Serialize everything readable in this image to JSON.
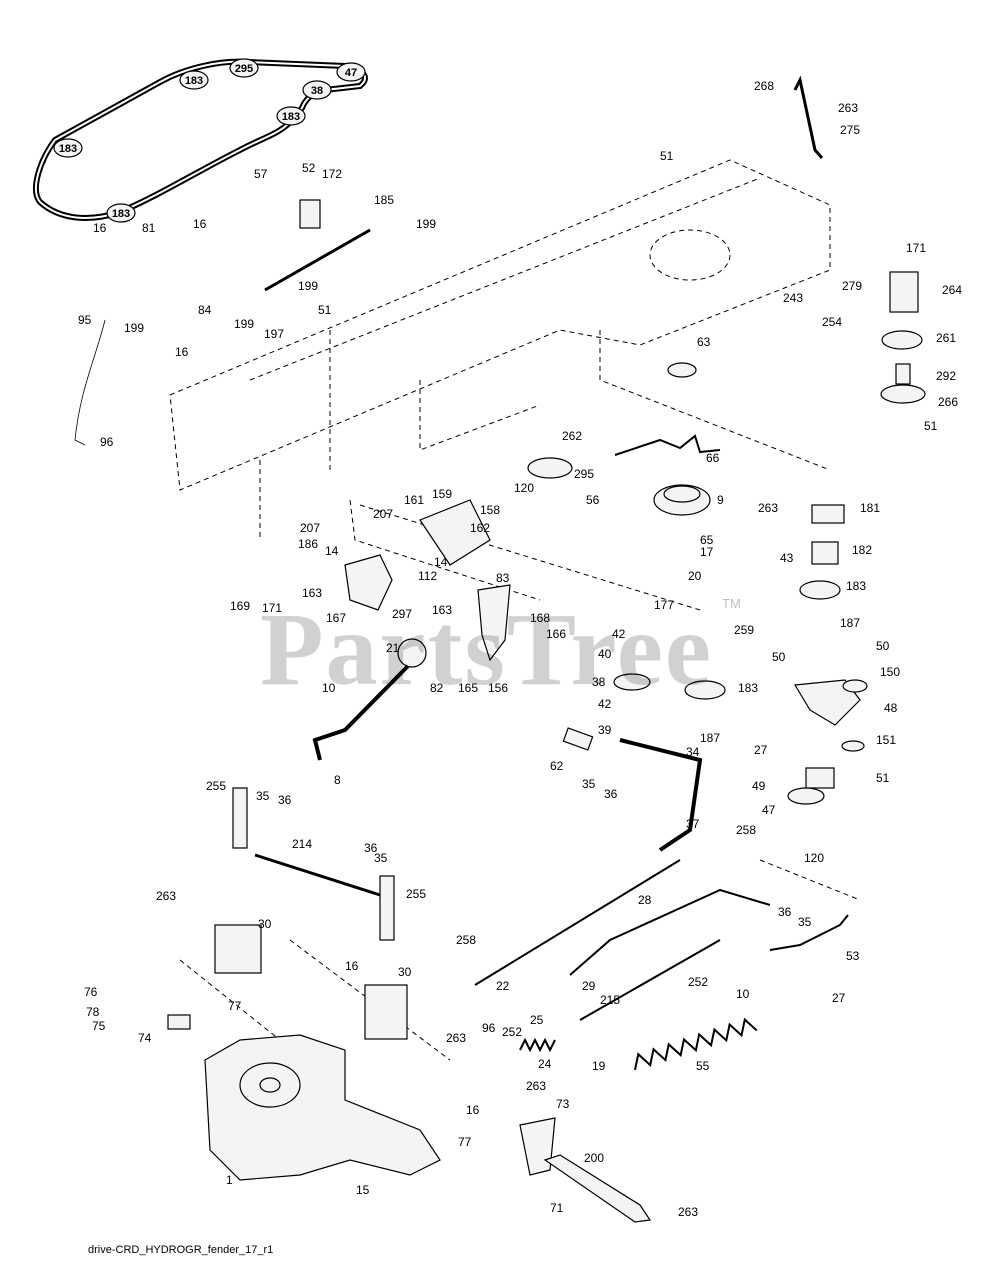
{
  "watermark": "PartsTree",
  "watermark_tm": "TM",
  "caption": "drive-CRD_HYDROGR_fender_17_r1",
  "belt_pulleys": [
    {
      "id": "p1",
      "text": "183"
    },
    {
      "id": "p2",
      "text": "295"
    },
    {
      "id": "p3",
      "text": "47"
    },
    {
      "id": "p4",
      "text": "38"
    },
    {
      "id": "p5",
      "text": "183"
    },
    {
      "id": "p6",
      "text": "183"
    },
    {
      "id": "p7",
      "text": "183"
    }
  ],
  "callouts": [
    {
      "id": "c1",
      "text": "57"
    },
    {
      "id": "c2",
      "text": "268"
    },
    {
      "id": "c3",
      "text": "263"
    },
    {
      "id": "c4",
      "text": "275"
    },
    {
      "id": "c5",
      "text": "52"
    },
    {
      "id": "c6",
      "text": "172"
    },
    {
      "id": "c7",
      "text": "185"
    },
    {
      "id": "c8",
      "text": "199"
    },
    {
      "id": "c9",
      "text": "51"
    },
    {
      "id": "c10",
      "text": "16"
    },
    {
      "id": "c11",
      "text": "81"
    },
    {
      "id": "c12",
      "text": "16"
    },
    {
      "id": "c13",
      "text": "171"
    },
    {
      "id": "c14",
      "text": "279"
    },
    {
      "id": "c15",
      "text": "264"
    },
    {
      "id": "c16",
      "text": "199"
    },
    {
      "id": "c17",
      "text": "243"
    },
    {
      "id": "c18",
      "text": "254"
    },
    {
      "id": "c19",
      "text": "261"
    },
    {
      "id": "c20",
      "text": "95"
    },
    {
      "id": "c21",
      "text": "199"
    },
    {
      "id": "c22",
      "text": "84"
    },
    {
      "id": "c23",
      "text": "199"
    },
    {
      "id": "c24",
      "text": "51"
    },
    {
      "id": "c25",
      "text": "197"
    },
    {
      "id": "c26",
      "text": "16"
    },
    {
      "id": "c27",
      "text": "63"
    },
    {
      "id": "c28",
      "text": "292"
    },
    {
      "id": "c29",
      "text": "266"
    },
    {
      "id": "c30",
      "text": "51"
    },
    {
      "id": "c31",
      "text": "96"
    },
    {
      "id": "c32",
      "text": "262"
    },
    {
      "id": "c33",
      "text": "66"
    },
    {
      "id": "c34",
      "text": "295"
    },
    {
      "id": "c35",
      "text": "120"
    },
    {
      "id": "c36",
      "text": "56"
    },
    {
      "id": "c37",
      "text": "9"
    },
    {
      "id": "c38",
      "text": "263"
    },
    {
      "id": "c39",
      "text": "181"
    },
    {
      "id": "c40",
      "text": "207"
    },
    {
      "id": "c41",
      "text": "161"
    },
    {
      "id": "c42",
      "text": "159"
    },
    {
      "id": "c43",
      "text": "158"
    },
    {
      "id": "c44",
      "text": "65"
    },
    {
      "id": "c45",
      "text": "17"
    },
    {
      "id": "c46",
      "text": "182"
    },
    {
      "id": "c47",
      "text": "207"
    },
    {
      "id": "c48",
      "text": "186"
    },
    {
      "id": "c49",
      "text": "14"
    },
    {
      "id": "c50",
      "text": "162"
    },
    {
      "id": "c51",
      "text": "43"
    },
    {
      "id": "c52",
      "text": "20"
    },
    {
      "id": "c53",
      "text": "112"
    },
    {
      "id": "c54",
      "text": "14"
    },
    {
      "id": "c55",
      "text": "183"
    },
    {
      "id": "c56",
      "text": "163"
    },
    {
      "id": "c57",
      "text": "83"
    },
    {
      "id": "c58",
      "text": "169"
    },
    {
      "id": "c59",
      "text": "171"
    },
    {
      "id": "c60",
      "text": "167"
    },
    {
      "id": "c61",
      "text": "297"
    },
    {
      "id": "c62",
      "text": "163"
    },
    {
      "id": "c63",
      "text": "177"
    },
    {
      "id": "c64",
      "text": "168"
    },
    {
      "id": "c65",
      "text": "187"
    },
    {
      "id": "c66",
      "text": "42"
    },
    {
      "id": "c67",
      "text": "259"
    },
    {
      "id": "c68",
      "text": "166"
    },
    {
      "id": "c69",
      "text": "21"
    },
    {
      "id": "c70",
      "text": "40"
    },
    {
      "id": "c71",
      "text": "50"
    },
    {
      "id": "c72",
      "text": "50"
    },
    {
      "id": "c73",
      "text": "150"
    },
    {
      "id": "c74",
      "text": "82"
    },
    {
      "id": "c75",
      "text": "165"
    },
    {
      "id": "c76",
      "text": "156"
    },
    {
      "id": "c77",
      "text": "38"
    },
    {
      "id": "c78",
      "text": "183"
    },
    {
      "id": "c79",
      "text": "10"
    },
    {
      "id": "c80",
      "text": "48"
    },
    {
      "id": "c81",
      "text": "42"
    },
    {
      "id": "c82",
      "text": "39"
    },
    {
      "id": "c83",
      "text": "187"
    },
    {
      "id": "c84",
      "text": "27"
    },
    {
      "id": "c85",
      "text": "151"
    },
    {
      "id": "c86",
      "text": "62"
    },
    {
      "id": "c87",
      "text": "8"
    },
    {
      "id": "c88",
      "text": "35"
    },
    {
      "id": "c89",
      "text": "36"
    },
    {
      "id": "c90",
      "text": "34"
    },
    {
      "id": "c91",
      "text": "49"
    },
    {
      "id": "c92",
      "text": "51"
    },
    {
      "id": "c93",
      "text": "47"
    },
    {
      "id": "c94",
      "text": "255"
    },
    {
      "id": "c95",
      "text": "35"
    },
    {
      "id": "c96",
      "text": "36"
    },
    {
      "id": "c97",
      "text": "37"
    },
    {
      "id": "c98",
      "text": "258"
    },
    {
      "id": "c99",
      "text": "214"
    },
    {
      "id": "c100",
      "text": "36"
    },
    {
      "id": "c101",
      "text": "35"
    },
    {
      "id": "c102",
      "text": "120"
    },
    {
      "id": "c103",
      "text": "255"
    },
    {
      "id": "c104",
      "text": "263"
    },
    {
      "id": "c105",
      "text": "28"
    },
    {
      "id": "c106",
      "text": "36"
    },
    {
      "id": "c107",
      "text": "35"
    },
    {
      "id": "c108",
      "text": "30"
    },
    {
      "id": "c109",
      "text": "258"
    },
    {
      "id": "c110",
      "text": "53"
    },
    {
      "id": "c111",
      "text": "16"
    },
    {
      "id": "c112",
      "text": "30"
    },
    {
      "id": "c113",
      "text": "252"
    },
    {
      "id": "c114",
      "text": "22"
    },
    {
      "id": "c115",
      "text": "29"
    },
    {
      "id": "c116",
      "text": "10"
    },
    {
      "id": "c117",
      "text": "76"
    },
    {
      "id": "c118",
      "text": "77"
    },
    {
      "id": "c119",
      "text": "78"
    },
    {
      "id": "c120",
      "text": "75"
    },
    {
      "id": "c121",
      "text": "215"
    },
    {
      "id": "c122",
      "text": "27"
    },
    {
      "id": "c123",
      "text": "74"
    },
    {
      "id": "c124",
      "text": "263"
    },
    {
      "id": "c125",
      "text": "96"
    },
    {
      "id": "c126",
      "text": "252"
    },
    {
      "id": "c127",
      "text": "25"
    },
    {
      "id": "c128",
      "text": "24"
    },
    {
      "id": "c129",
      "text": "19"
    },
    {
      "id": "c130",
      "text": "55"
    },
    {
      "id": "c131",
      "text": "263"
    },
    {
      "id": "c132",
      "text": "73"
    },
    {
      "id": "c133",
      "text": "16"
    },
    {
      "id": "c134",
      "text": "77"
    },
    {
      "id": "c135",
      "text": "1"
    },
    {
      "id": "c136",
      "text": "15"
    },
    {
      "id": "c137",
      "text": "200"
    },
    {
      "id": "c138",
      "text": "71"
    },
    {
      "id": "c139",
      "text": "263"
    }
  ]
}
